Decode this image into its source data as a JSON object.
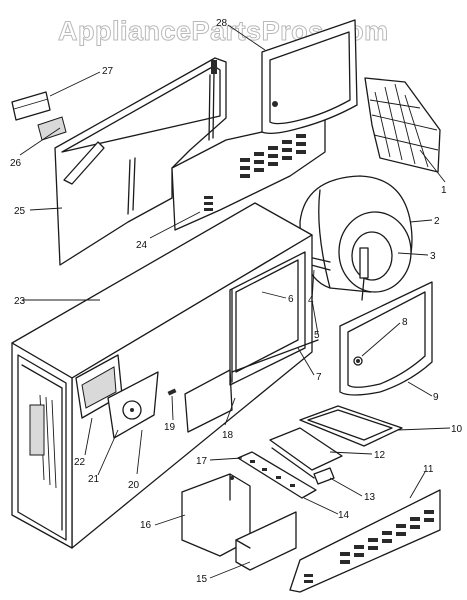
{
  "watermark": "AppliancePartsPros.com",
  "callouts": {
    "c1": "1",
    "c2": "2",
    "c3": "3",
    "c4": "4",
    "c5": "5",
    "c6": "6",
    "c7": "7",
    "c8": "8",
    "c9": "9",
    "c10": "10",
    "c11": "11",
    "c12": "12",
    "c13": "13",
    "c14": "14",
    "c15": "15",
    "c16": "16",
    "c17": "17",
    "c18": "18",
    "c19": "19",
    "c20": "20",
    "c21": "21",
    "c22": "22",
    "c23": "23",
    "c24": "24",
    "c25": "25",
    "c26": "26",
    "c27": "27",
    "c28": "28"
  }
}
